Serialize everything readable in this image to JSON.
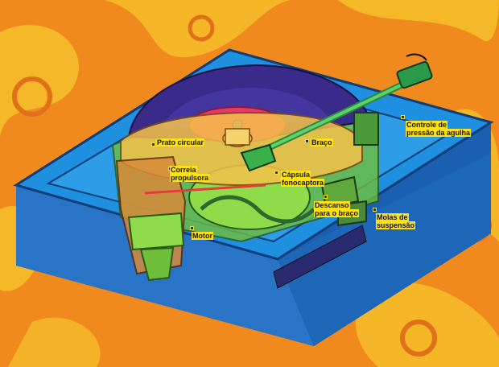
{
  "colors": {
    "background": "#f08a1e",
    "swirl": "#f6c02a",
    "base_blue": "#1f8fe0",
    "plate_green": "#7fd23a",
    "record": "#3a2a8a",
    "record_label": "#e83a6a",
    "label_bg": "#ffe11a"
  },
  "labels": {
    "prato": "Prato circular",
    "braco": "Braço",
    "controle_l1": "Controle de",
    "controle_l2": "pressão da agulha",
    "correia_l1": "Correia",
    "correia_l2": "propulsora",
    "capsula_l1": "Cápsula",
    "capsula_l2": "fonocaptora",
    "descanso_l1": "Descanso",
    "descanso_l2": "para o braço",
    "molas_l1": "Molas de",
    "molas_l2": "suspensão",
    "motor": "Motor"
  }
}
